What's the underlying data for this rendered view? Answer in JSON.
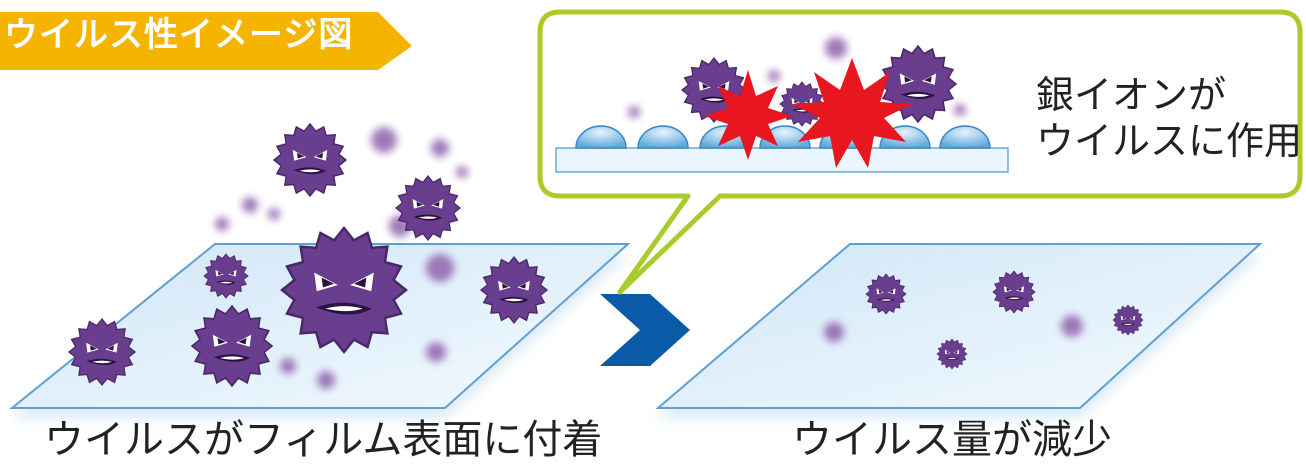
{
  "title": "ウイルス性イメージ図",
  "callout": {
    "line1": "銀イオンが",
    "line2": "ウイルスに作用"
  },
  "captions": {
    "left": "ウイルスがフィルム表面に付着",
    "right": "ウイルス量が減少"
  },
  "colors": {
    "banner": "#f5b400",
    "callout_border": "#a9cc2a",
    "film": "#e3f1fb",
    "film_edge": "#6aa9d8",
    "virus": "#6a3e8f",
    "virus_dark": "#3b1e57",
    "arrow": "#0b5aa8",
    "burst": "#e8161e",
    "ion": "#8fc6ec"
  },
  "icons": {
    "virus": "virus-icon",
    "burst": "burst-icon",
    "arrow": "chevron-right-icon",
    "silver_ion": "silver-ion-icon"
  }
}
